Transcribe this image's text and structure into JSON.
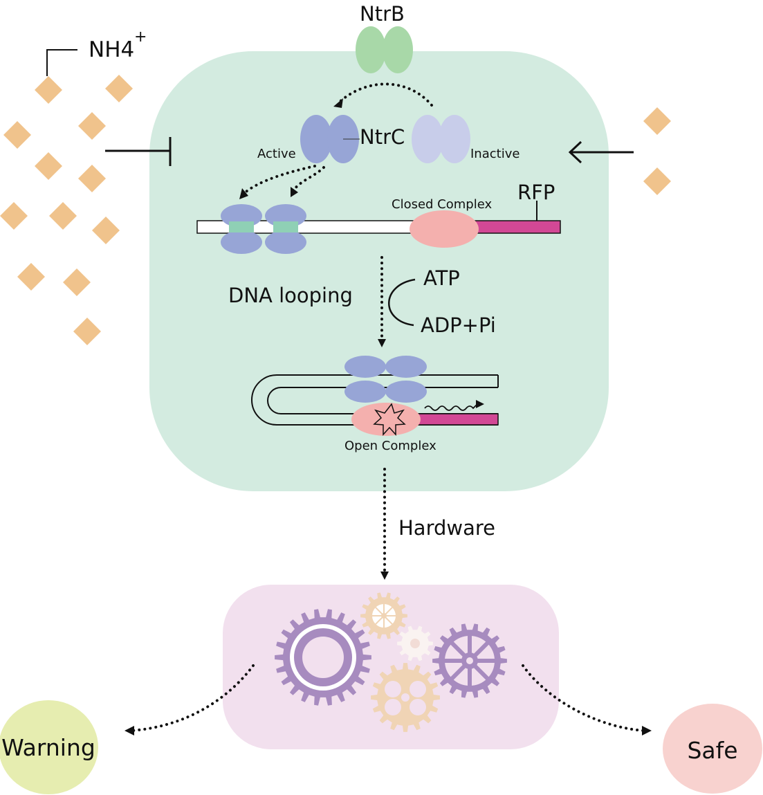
{
  "labels": {
    "ammonium": "NH4",
    "ammonium_charge": "+",
    "ntrb": "NtrB",
    "ntrc": "NtrC",
    "active": "Active",
    "inactive": "Inactive",
    "closed_complex": "Closed Complex",
    "rfp": "RFP",
    "dna_looping": "DNA looping",
    "atp": "ATP",
    "adp_pi": "ADP+Pi",
    "open_complex": "Open Complex",
    "hardware": "Hardware",
    "warning": "Warning",
    "safe": "Safe"
  },
  "colors": {
    "cell": "#d3ebe0",
    "hardware_box": "#f2e0ee",
    "ammonium": "#f0c38c",
    "ntrb": "#a8d8a8",
    "ntrc_active": "#97a5d6",
    "ntrc_inactive": "#c8cdea",
    "binding_site": "#8fd0b5",
    "rna_polymerase": "#f4b0ae",
    "rfp_gene": "#d24895",
    "gear_purple": "#a78bbf",
    "gear_tan": "#f0d4b5",
    "gear_white": "#faf3f1",
    "warning": "#e6edb0",
    "safe": "#f8d2cf"
  }
}
